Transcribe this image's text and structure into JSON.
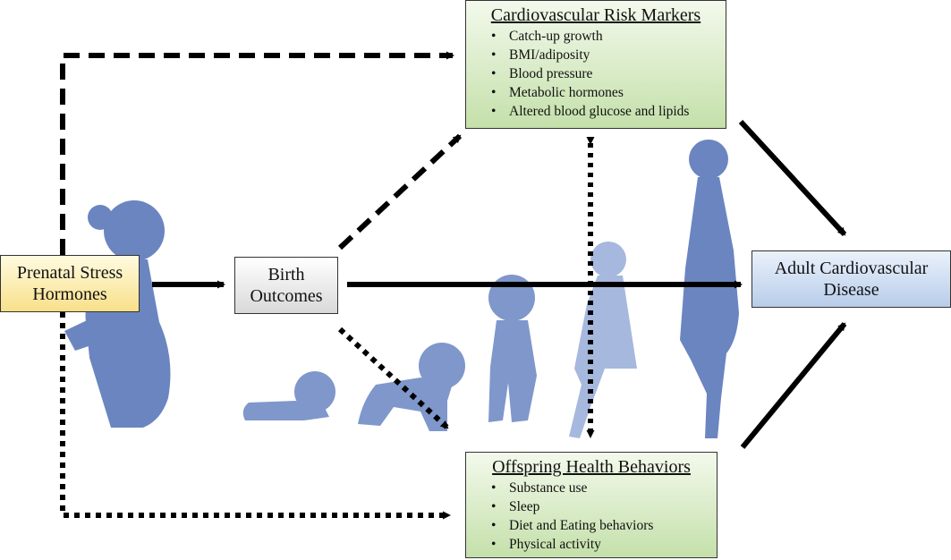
{
  "nodes": {
    "prenatal": {
      "line1": "Prenatal Stress",
      "line2": "Hormones"
    },
    "birth": {
      "line1": "Birth",
      "line2": "Outcomes"
    },
    "adult": {
      "line1": "Adult Cardiovascular",
      "line2": "Disease"
    },
    "cvd_markers": {
      "title": "Cardiovascular Risk Markers",
      "items": [
        "Catch-up growth",
        "BMI/adiposity",
        "Blood pressure",
        "Metabolic hormones",
        "Altered blood glucose and lipids"
      ]
    },
    "behaviors": {
      "title": "Offspring Health Behaviors",
      "items": [
        "Substance use",
        "Sleep",
        "Diet and Eating behaviors",
        "Physical activity"
      ]
    }
  },
  "colors": {
    "arrow": "#000000",
    "silhouette_dark": "#6b85c0",
    "silhouette_mid": "#7f97cb",
    "silhouette_light": "#a6b8dd",
    "prenatal_fill": "#f8e08a",
    "birth_fill": "#d9d9d9",
    "adult_fill": "#b8cdea",
    "list_fill": "#c4e0aa"
  },
  "icons": [
    "pregnant-woman-silhouette",
    "infant-lying-silhouette",
    "crawling-baby-silhouette",
    "toddler-silhouette",
    "child-silhouette",
    "woman-silhouette"
  ]
}
